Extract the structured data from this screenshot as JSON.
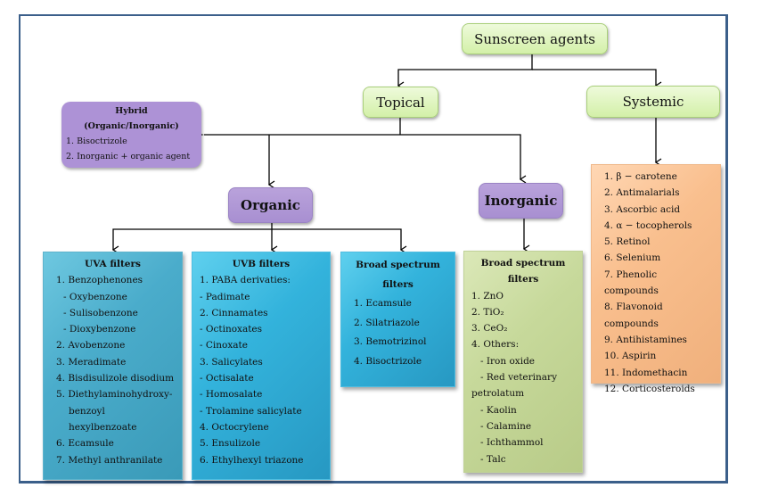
{
  "diagram": {
    "root": "Sunscreen agents",
    "level1": {
      "topical": "Topical",
      "systemic": "Systemic"
    },
    "hybrid": {
      "title_line1": "Hybrid",
      "title_line2": "(Organic/Inorganic)",
      "items": [
        "1. Bisoctrizole",
        "2. Inorganic + organic agent"
      ]
    },
    "organic": "Organic",
    "inorganic": "Inorganic",
    "uva": {
      "title": "UVA filters",
      "items": [
        "1. Benzophenones",
        "- Oxybenzone",
        "- Sulisobenzone",
        "- Dioxybenzone",
        "2. Avobenzone",
        "3. Meradimate",
        "4. Bisdisulizole disodium",
        "5. Diethylaminohydroxy-",
        "benzoyl",
        "hexylbenzoate",
        "6. Ecamsule",
        "7. Methyl anthranilate"
      ]
    },
    "uvb": {
      "title": "UVB filters",
      "items": [
        "1. PABA derivaties:",
        "- Padimate",
        "2. Cinnamates",
        "- Octinoxates",
        "- Cinoxate",
        "3. Salicylates",
        "- Octisalate",
        "- Homosalate",
        "- Trolamine salicylate",
        "4. Octocrylene",
        "5. Ensulizole",
        "6. Ethylhexyl triazone"
      ]
    },
    "broad_organic": {
      "title_line1": "Broad spectrum",
      "title_line2": "filters",
      "items": [
        "1. Ecamsule",
        "2. Silatriazole",
        "3. Bemotrizinol",
        "4. Bisoctrizole"
      ]
    },
    "broad_inorganic": {
      "title_line1": "Broad spectrum",
      "title_line2": "filters",
      "items": [
        "1. ZnO",
        "2. TiO₂",
        "3. CeO₂",
        "4. Others:",
        "- Iron oxide",
        "- Red veterinary",
        "petrolatum",
        "- Kaolin",
        "- Calamine",
        "- Ichthammol",
        "- Talc"
      ]
    },
    "systemic_list": {
      "items": [
        "1. β − carotene",
        "2. Antimalarials",
        "3. Ascorbic acid",
        "4. α − tocopherols",
        "5. Retinol",
        "6. Selenium",
        "7. Phenolic compounds",
        "8. Flavonoid compounds",
        "9. Antihistamines",
        "10. Aspirin",
        "11. Indomethacin",
        "12. Corticosteroids"
      ]
    }
  },
  "colors": {
    "frame": "#3b5f8a",
    "green_node": "#d3f0a8",
    "purple_node": "#ad92d6",
    "uva_box": "#4aaccb",
    "uvb_box": "#33b3dc",
    "inorganic_box": "#c7d99b",
    "systemic_box": "#f9bf8e"
  }
}
